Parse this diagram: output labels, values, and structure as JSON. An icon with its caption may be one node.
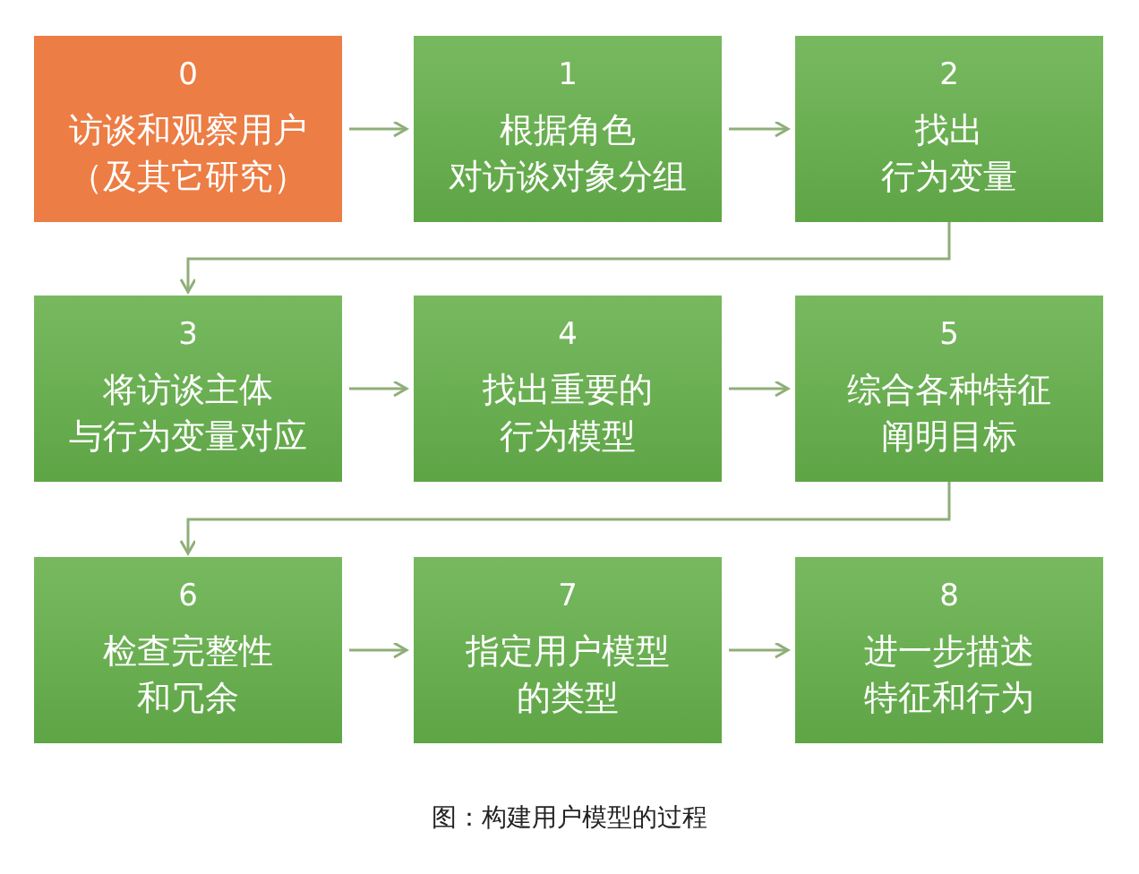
{
  "diagram": {
    "caption": "图：构建用户模型的过程",
    "nodes": [
      {
        "text": [
          "0",
          "访谈和观察用户（及其它研究）"
        ]
      },
      {
        "text": [
          "1",
          "根据角色对访谈对象分组"
        ]
      },
      {
        "text": [
          "2",
          "找出行为变量"
        ]
      },
      {
        "text": [
          "3",
          "将访谈主体与行为变量对应"
        ]
      },
      {
        "text": [
          "4",
          "找出重要的行为模型"
        ]
      },
      {
        "text": [
          "5",
          "综合各种特征阐明目标"
        ]
      },
      {
        "text": [
          "6",
          "检查完整性和冗余"
        ]
      },
      {
        "text": [
          "7",
          "指定用户模型的类型"
        ]
      },
      {
        "text": [
          "8",
          "进一步描述特征和行为"
        ]
      }
    ],
    "edges": [
      {
        "from": 0,
        "to": 1,
        "arrow": "to"
      },
      {
        "from": 1,
        "to": 2,
        "arrow": "to"
      },
      {
        "from": 2,
        "to": 3,
        "arrow": "to"
      },
      {
        "from": 3,
        "to": 4,
        "arrow": "to"
      },
      {
        "from": 4,
        "to": 5,
        "arrow": "to"
      },
      {
        "from": 5,
        "to": 6,
        "arrow": "to"
      },
      {
        "from": 6,
        "to": 7,
        "arrow": "to"
      },
      {
        "from": 7,
        "to": 8,
        "arrow": "to"
      }
    ]
  }
}
